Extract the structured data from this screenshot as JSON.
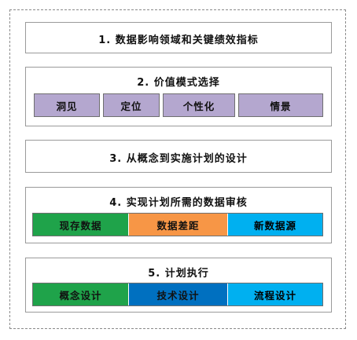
{
  "sections": [
    {
      "title": "1.  数据影响领域和关键绩效指标"
    },
    {
      "title": "2.  价值模式选择",
      "items": [
        "洞见",
        "定位",
        "个性化",
        "情景"
      ]
    },
    {
      "title": "3.  从概念到实施计划的设计"
    },
    {
      "title": "4.  实现计划所需的数据审核",
      "items": [
        {
          "label": "现存数据",
          "color": "#1fa34a"
        },
        {
          "label": "数据差距",
          "color": "#f79646"
        },
        {
          "label": "新数据源",
          "color": "#00b0f0"
        }
      ]
    },
    {
      "title": "5.  计划执行",
      "items": [
        {
          "label": "概念设计",
          "color": "#1fa34a"
        },
        {
          "label": "技术设计",
          "color": "#0070c0"
        },
        {
          "label": "流程设计",
          "color": "#00b0f0"
        }
      ]
    }
  ],
  "colors": {
    "purple": "#b4a7cf",
    "dashed_border": "#8a8a8a"
  }
}
